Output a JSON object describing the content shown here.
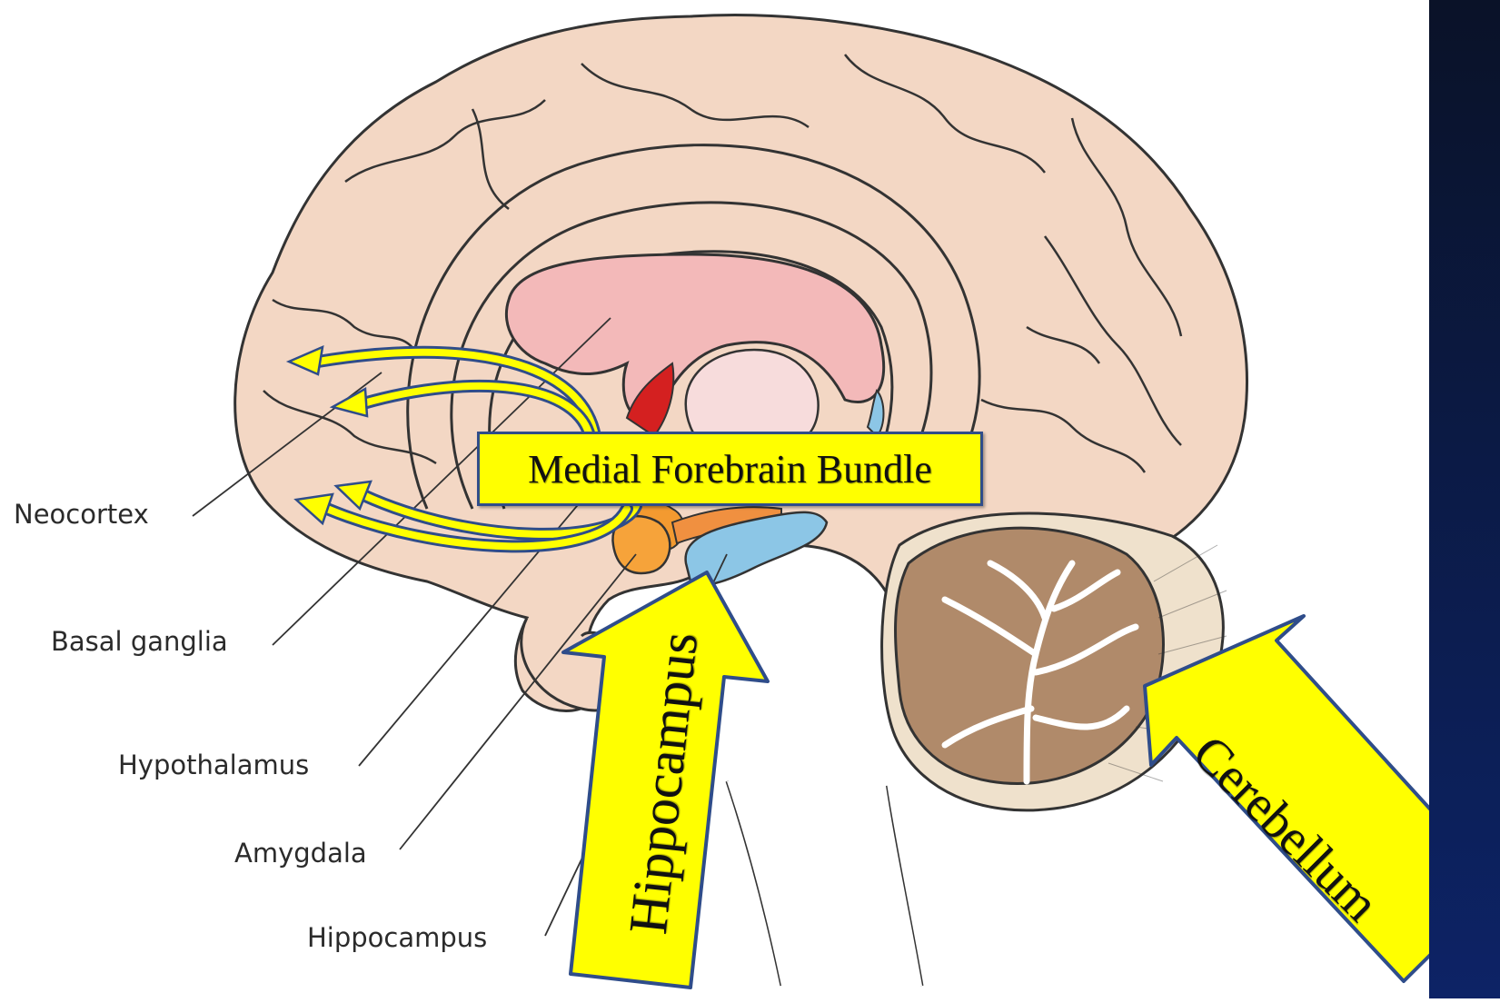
{
  "labels": {
    "neocortex": "Neocortex",
    "basal_ganglia": "Basal ganglia",
    "hypothalamus": "Hypothalamus",
    "amygdala": "Amygdala",
    "hippocampus": "Hippocampus"
  },
  "callouts": {
    "medial_forebrain_bundle": "Medial Forebrain Bundle",
    "hippocampus_arrow": "Hippocampus",
    "cerebellum_arrow": "Cerebellum"
  },
  "colors": {
    "highlight_yellow": "#ffff00",
    "arrow_outline": "#2f4d8a",
    "brain_tissue": "#f3d7c4",
    "basal_ganglia_pink": "#f3b9b9",
    "amygdala_orange": "#f39a30",
    "hippocampus_blue": "#8cc6e6",
    "cerebellum_brown": "#b08a6a",
    "side_panel_navy": "#0b1a45"
  }
}
